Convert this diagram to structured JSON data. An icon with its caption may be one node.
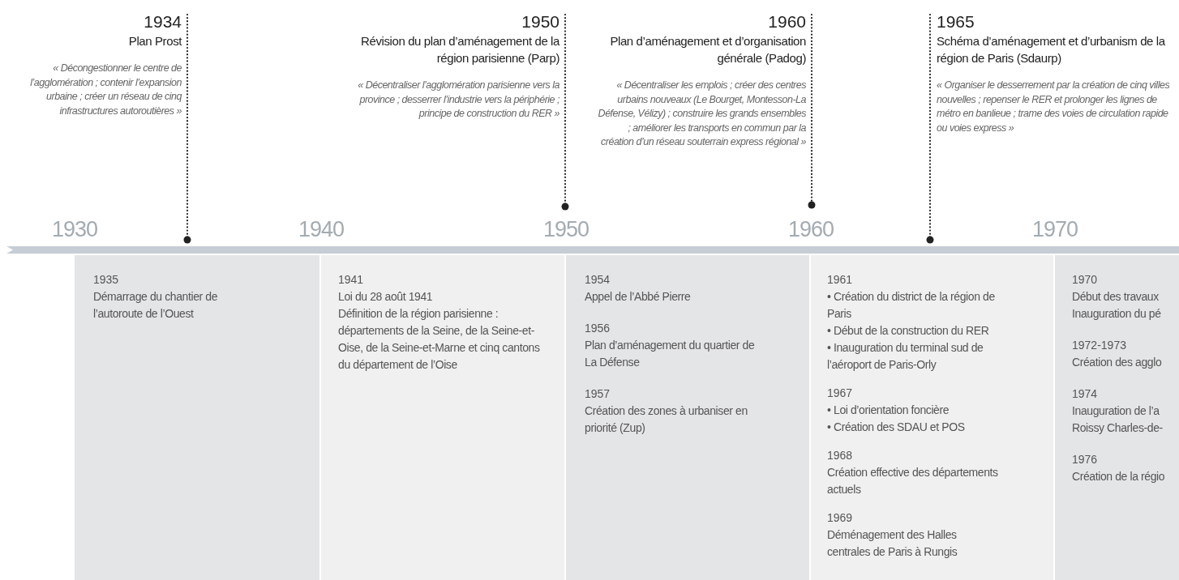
{
  "diagram": {
    "nodes": [
      {
        "text": [
          "1934",
          "Plan Prost",
          "« Décongestionner le centre de l’agglomération ; contenir l’expansion urbaine ; créer un réseau de cinq infrastructures autoroutières »"
        ]
      },
      {
        "text": [
          "1950",
          "Révision du plan d’aménagement de la région parisienne (Parp)",
          "« Décentraliser l’agglomération parisienne vers la province ; desserrer l’industrie vers la périphérie ; principe de construction du RER »"
        ]
      },
      {
        "text": [
          "1960",
          "Plan d’aménagement et d’organisation générale (Padog)",
          "« Décentraliser les emplois ; créer des centres urbains nouveaux (Le Bourget, Montesson-La Défense, Vélizy) ; construire les grands ensembles ; améliorer les transports en commun par la création d’un réseau souterrain express régional »"
        ]
      },
      {
        "text": [
          "1965",
          "Schéma d’aménagement et d’urbanism de la région de Paris (Sdaurp)",
          "« Organiser le desserrement par la création de cinq villes nouvelles ; repenser le RER et prolonger les lignes de métro en banlieue ; trame des voies de circulation rapide ou voies express »"
        ]
      },
      {
        "text": [],
        "shape": "box"
      },
      {
        "text": [
          "1935",
          "Démarrage du chantier de l’autoroute de l’Ouest"
        ],
        "in": 4
      },
      {
        "text": [],
        "shape": "box"
      },
      {
        "text": [
          "1941",
          "Loi du 28 août 1941",
          "Définition de la région parisienne : départements de la Seine, de la Seine-et-Oise, de la Seine-et-Marne et cinq cantons du département de l’Oise"
        ],
        "in": 6
      },
      {
        "text": [],
        "shape": "box"
      },
      {
        "text": [
          "1954",
          "Appel de l’Abbé Pierre"
        ],
        "in": 8
      },
      {
        "text": [
          "1956",
          "Plan d’aménagement du quartier de La Défense"
        ],
        "in": 8
      },
      {
        "text": [
          "1957",
          "Création des zones à urbaniser en priorité (Zup)"
        ],
        "in": 8
      },
      {
        "text": [],
        "shape": "box"
      },
      {
        "text": [
          "1961",
          "• Création du district de la région de Paris",
          "• Début de la construction du RER",
          "• Inauguration du terminal sud de l’aéroport de Paris-Orly"
        ],
        "in": 12
      },
      {
        "text": [
          "1967",
          "• Loi d’orientation foncière",
          "• Création des SDAU et POS"
        ],
        "in": 12
      },
      {
        "text": [
          "1968",
          "Création effective des départements actuels"
        ],
        "in": 12
      },
      {
        "text": [
          "1969",
          "Déménagement des Halles centrales de Paris à Rungis"
        ],
        "in": 12
      },
      {
        "text": [],
        "shape": "box"
      },
      {
        "text": [
          "1970",
          "Début des travaux",
          "Inauguration du pé"
        ],
        "in": 17
      },
      {
        "text": [
          "1972-1973",
          "Création des agglo"
        ],
        "in": 17
      },
      {
        "text": [
          "1974",
          "Inauguration de l’a",
          "Roissy Charles-de-"
        ],
        "in": 17
      },
      {
        "text": [
          "1976",
          "Création de la régio"
        ],
        "in": 17
      },
      {
        "text": [
          "1930"
        ]
      },
      {
        "text": [
          "1940"
        ]
      },
      {
        "text": [
          "1950"
        ]
      },
      {
        "text": [
          "1960"
        ]
      },
      {
        "text": [
          "1970"
        ]
      }
    ],
    "edges": [
      {
        "from": 0,
        "to": 4,
        "arrow": "other"
      },
      {
        "from": 1,
        "to": 24,
        "arrow": "other"
      },
      {
        "from": 2,
        "to": 25,
        "arrow": "other"
      },
      {
        "from": 3,
        "to": 12,
        "arrow": "other"
      }
    ]
  }
}
